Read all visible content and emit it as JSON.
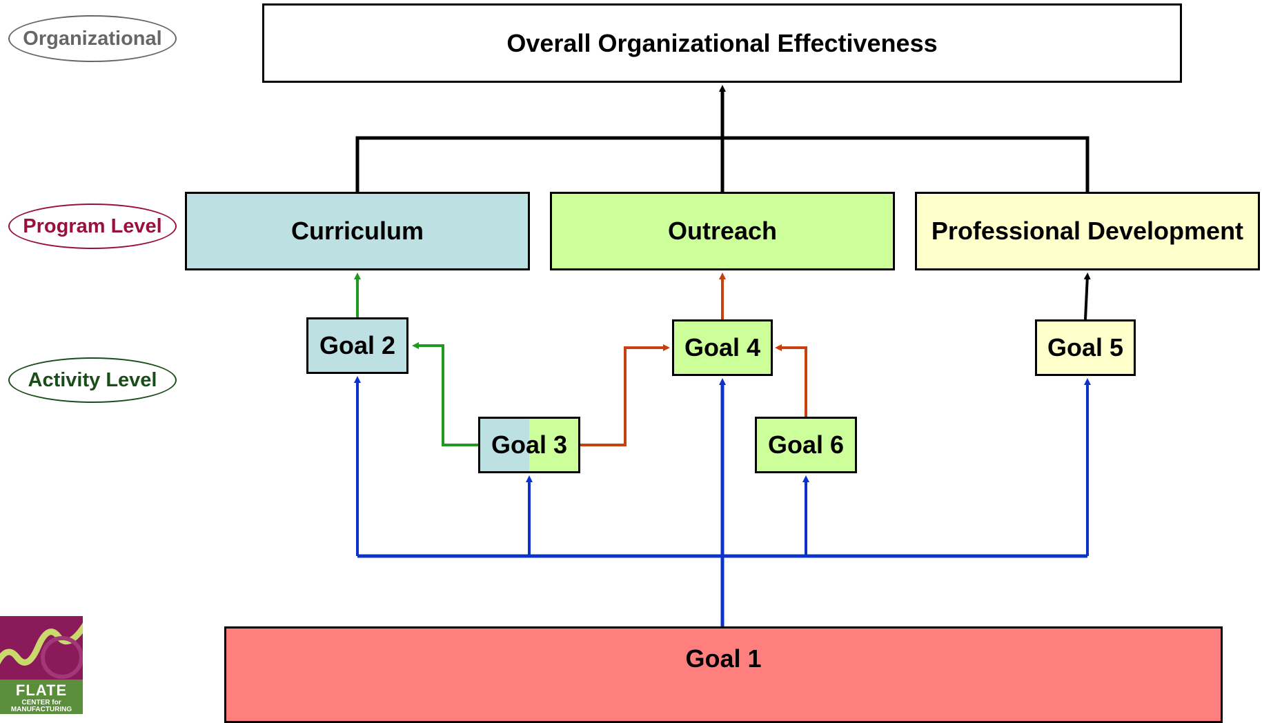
{
  "colors": {
    "curriculum": "#bde0e3",
    "outreach": "#ccff99",
    "professional_development": "#ffffcc",
    "goal1": "#ff7f7f",
    "goal_arrows": "#0b33c9",
    "curriculum_arrow": "#1f9a1f",
    "outreach_arrow": "#c8400f",
    "label_organizational": "#666666",
    "label_program": "#99103f",
    "label_activity": "#1a4d1a",
    "logo_bg": "#8b1a5a",
    "logo_band": "#5a8e3a"
  },
  "level_labels": {
    "organizational": "Organizational",
    "program": "Program Level",
    "activity": "Activity Level"
  },
  "boxes": {
    "top": "Overall Organizational Effectiveness",
    "curriculum": "Curriculum",
    "outreach": "Outreach",
    "professional_development": "Professional Development",
    "goal1": "Goal 1",
    "goal2": "Goal 2",
    "goal3": "Goal 3",
    "goal4": "Goal 4",
    "goal5": "Goal 5",
    "goal6": "Goal 6"
  },
  "logo": {
    "name": "FLATE",
    "subtitle_line1": "CENTER for",
    "subtitle_line2": "MANUFACTURING"
  }
}
